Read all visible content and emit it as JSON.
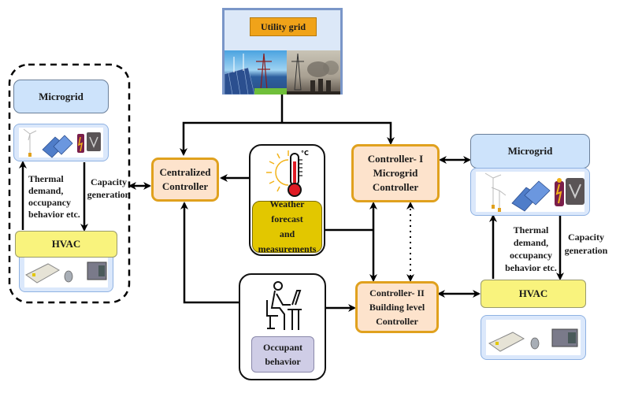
{
  "utility_grid": {
    "label": "Utility grid",
    "images": [
      "solar-wind-pylon-photo",
      "power-plant-photo"
    ]
  },
  "weather": {
    "label_line1": "Weather forecast",
    "label_line2": "and",
    "label_line3": "measurements",
    "unit": "°C"
  },
  "centralized_controller": {
    "line1": "Centralized",
    "line2": "Controller"
  },
  "controller_1": {
    "line1": "Controller- I",
    "line2": "Microgrid Controller"
  },
  "controller_2": {
    "line1": "Controller- II",
    "line2": "Building level",
    "line3": "Controller"
  },
  "occupant": {
    "line1": "Occupant",
    "line2": "behavior"
  },
  "left_group": {
    "microgrid_label": "Microgrid",
    "hvac_label": "HVAC",
    "up_label": [
      "Thermal",
      "demand,",
      "occupancy",
      "behavior etc."
    ],
    "down_label": [
      "Capacity",
      "generation"
    ]
  },
  "right_group": {
    "microgrid_label": "Microgrid",
    "hvac_label": "HVAC",
    "up_label": [
      "Thermal",
      "demand,",
      "occupancy",
      "behavior etc."
    ],
    "down_label": [
      "Capacity",
      "generation"
    ]
  },
  "colors": {
    "controller_fill": "#fde3cc",
    "controller_border": "#e0a11e",
    "microgrid_fill": "#cde3fb",
    "hvac_fill": "#f9f37d",
    "weather_label_fill": "#e2c700",
    "occupant_label_fill": "#cfcde6",
    "utility_label_fill": "#f0a319"
  }
}
